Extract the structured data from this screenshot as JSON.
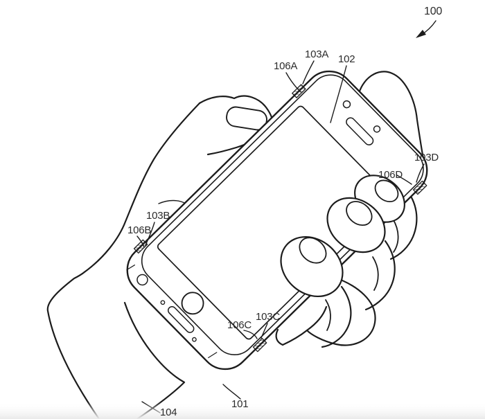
{
  "figure": {
    "type": "patent-line-drawing",
    "subject": "Hand holding a smartphone that has sensor buttons on its edges",
    "background_color": "#ffffff",
    "line_color": "#1c1c1c",
    "label_color": "#2b2b2b",
    "labels": {
      "overview": "100",
      "housing": "101",
      "display": "102",
      "sensor_a": "103A",
      "sensor_b": "103B",
      "sensor_c": "103C",
      "sensor_d": "103D",
      "hand": "104",
      "input_a": "106A",
      "input_b": "106B",
      "input_c": "106C",
      "input_d": "106D"
    }
  }
}
